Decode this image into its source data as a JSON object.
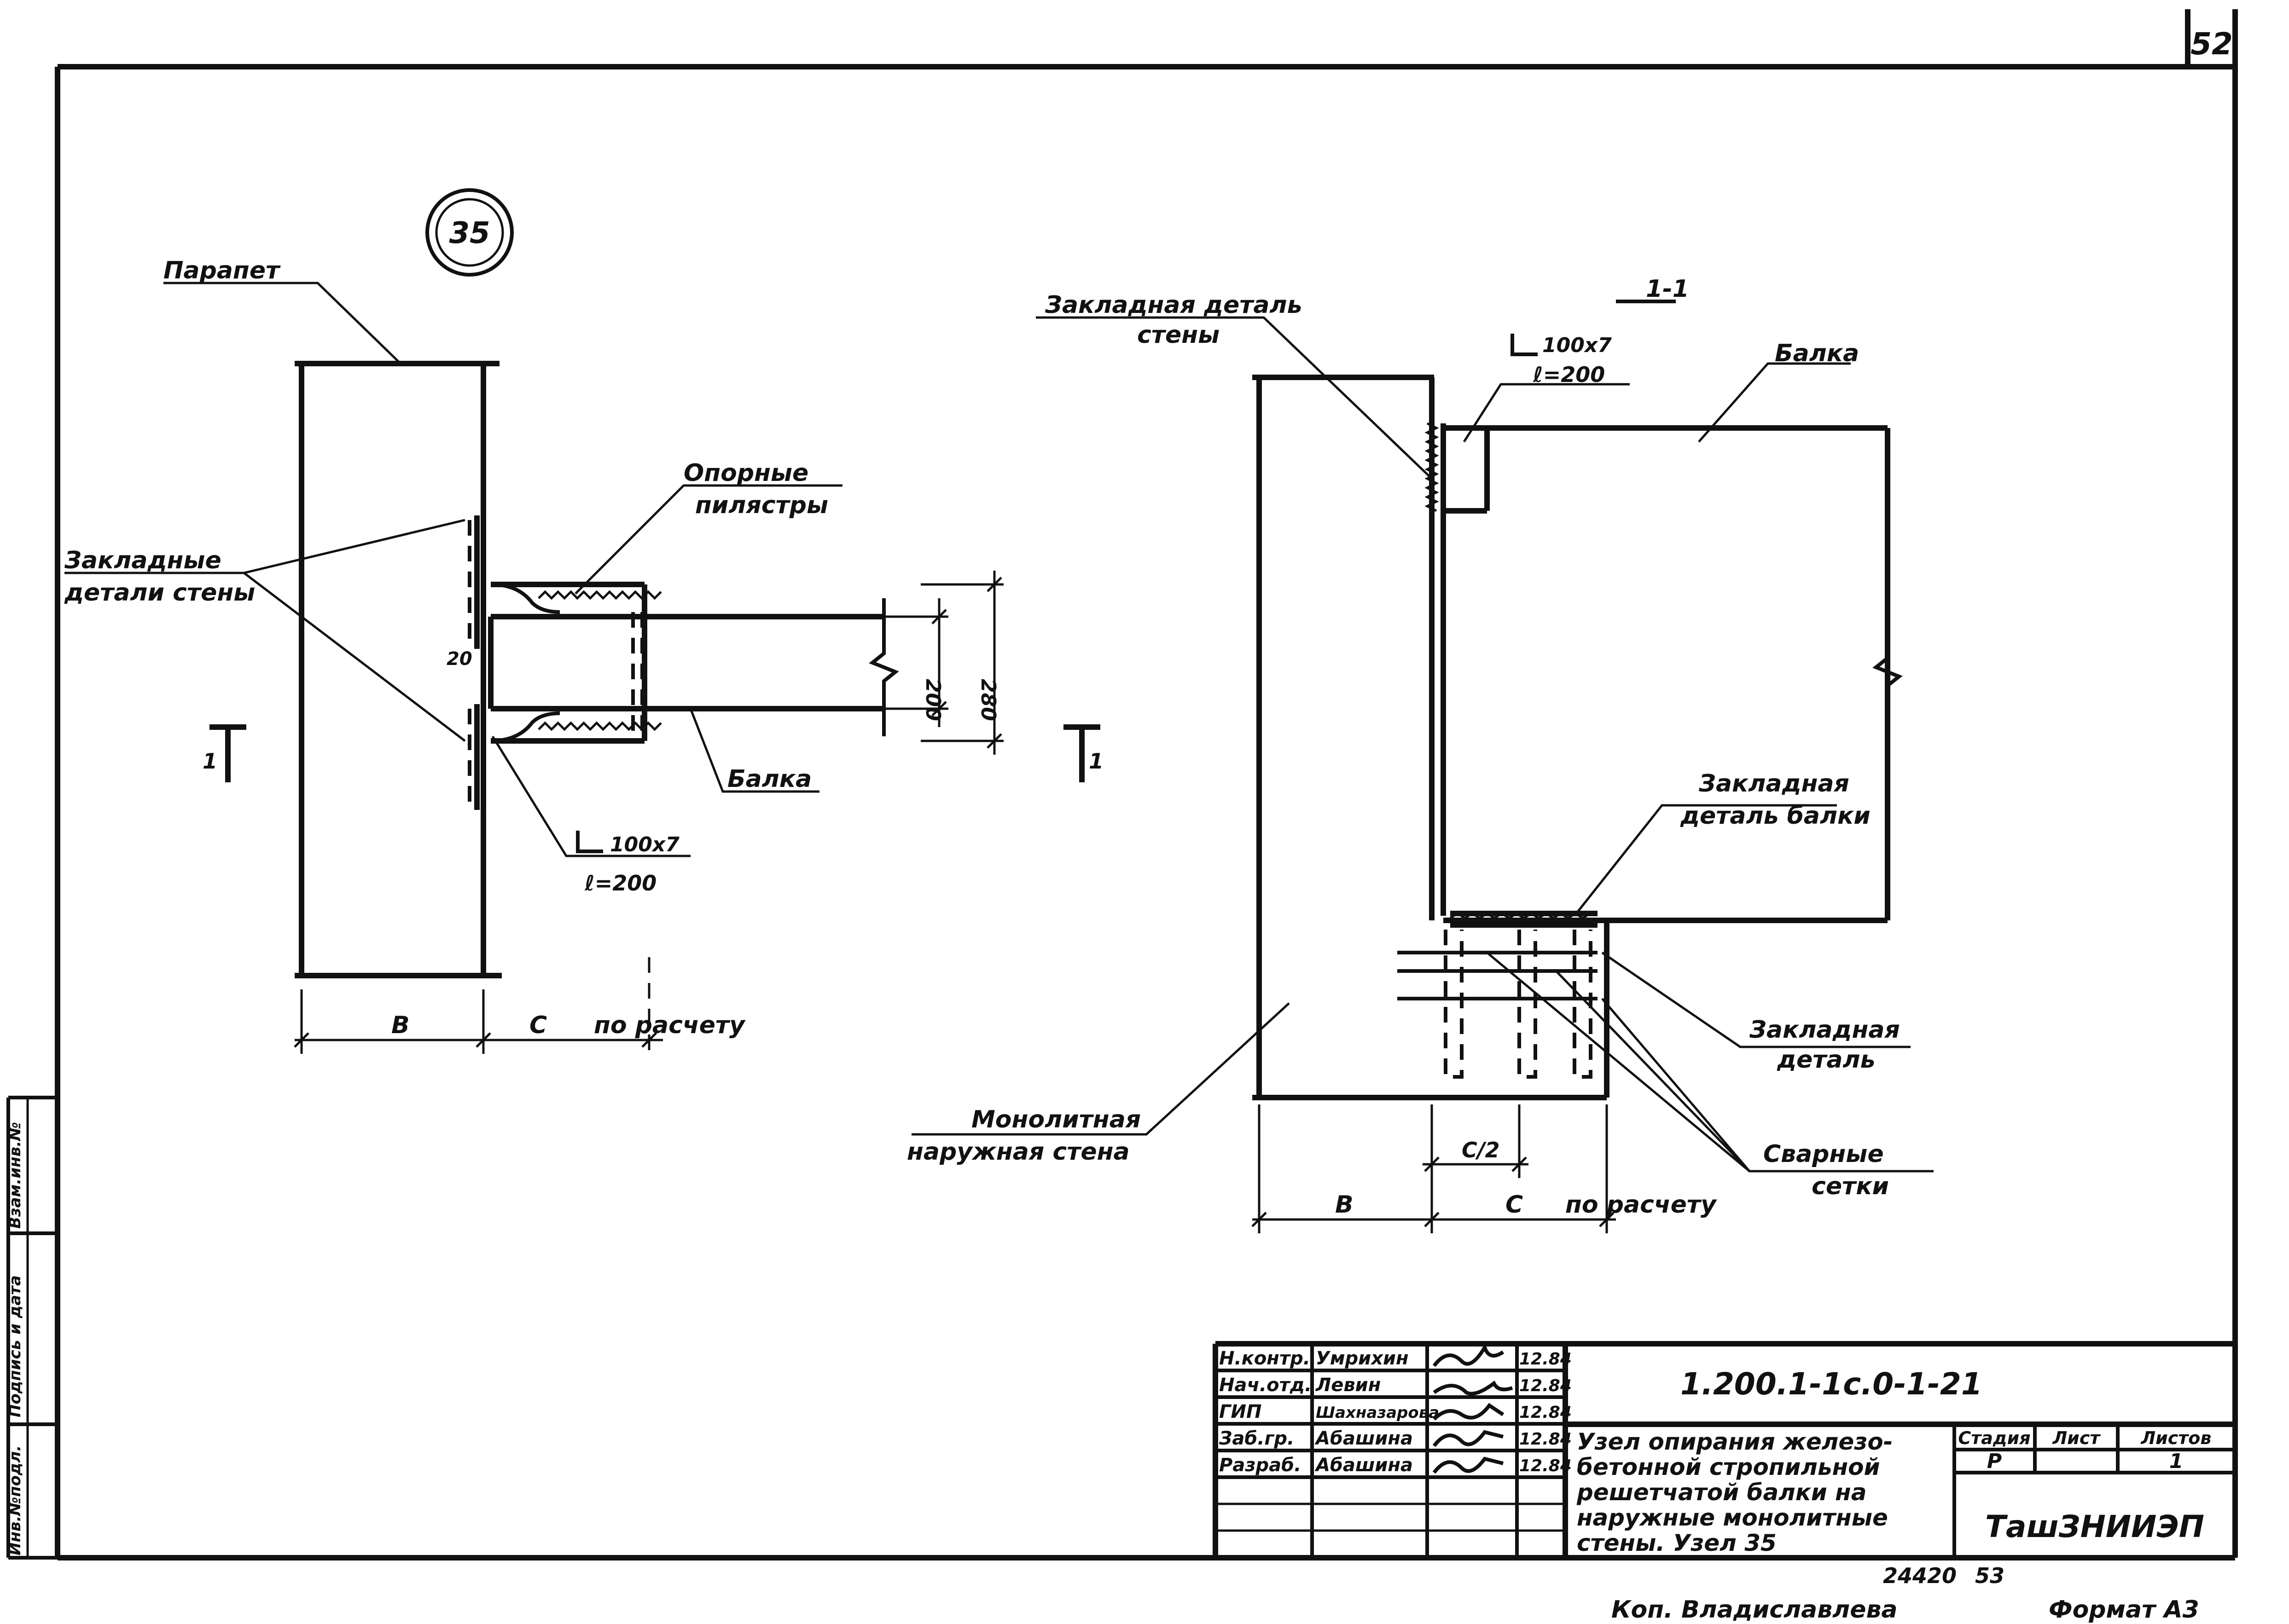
{
  "sheet": {
    "page_number": "52",
    "node_number": "35",
    "section_label": "1-1",
    "section_mark": "1"
  },
  "plan": {
    "parapet": "Парапет",
    "support_pilasters": [
      "Опорные",
      "пилястры"
    ],
    "wall_embedded_parts": [
      "Закладные",
      "детали стены"
    ],
    "beam": "Балка",
    "angle_size": "100x7",
    "angle_length": "ℓ=200",
    "dim_20": "20",
    "dim_200": "200",
    "dim_280": "280",
    "dim_B": "В",
    "dim_C": "С",
    "by_calculation": "по расчету"
  },
  "section": {
    "wall_embedded_part": [
      "Закладная деталь",
      "стены"
    ],
    "angle_size": "100x7",
    "angle_length": "ℓ=200",
    "beam": "Балка",
    "beam_embedded_part": [
      "Закладная",
      "деталь балки"
    ],
    "embedded_part": [
      "Закладная",
      "деталь"
    ],
    "welded_meshes": [
      "Сварные",
      "сетки"
    ],
    "monolithic_wall": [
      "Монолитная",
      "наружная стена"
    ],
    "dim_half_c": "С/2",
    "dim_B": "В",
    "dim_C": "С",
    "by_calculation": "по расчету"
  },
  "side_stamp": {
    "cells": [
      "Инв.№подл.",
      "Подпись и дата",
      "Взам.инв.№"
    ]
  },
  "title_block": {
    "signatures": [
      {
        "role": "Н.контр.",
        "name": "Умрихин",
        "date": "12.84"
      },
      {
        "role": "Нач.отд.",
        "name": "Левин",
        "date": "12.84"
      },
      {
        "role": "ГИП",
        "name": "Шахназарова",
        "date": "12.84"
      },
      {
        "role": "Заб.гр.",
        "name": "Абашина",
        "date": "12.84"
      },
      {
        "role": "Разраб.",
        "name": "Абашина",
        "date": "12.84"
      }
    ],
    "doc_code": "1.200.1-1с.0-1-21",
    "description": [
      "Узел опирания железо-",
      "бетонной стропильной",
      "решетчатой балки на",
      "наружные монолитные",
      "стены. Узел 35"
    ],
    "stage_header": "Стадия",
    "sheet_header": "Лист",
    "sheets_header": "Листов",
    "stage": "Р",
    "sheet": "",
    "sheets": "1",
    "organization": "ТашЗНИИЭП"
  },
  "footer": {
    "number_left": "24420",
    "number_right": "53",
    "copied_by": "Коп. Владиславлева",
    "format": "Формат А3"
  }
}
